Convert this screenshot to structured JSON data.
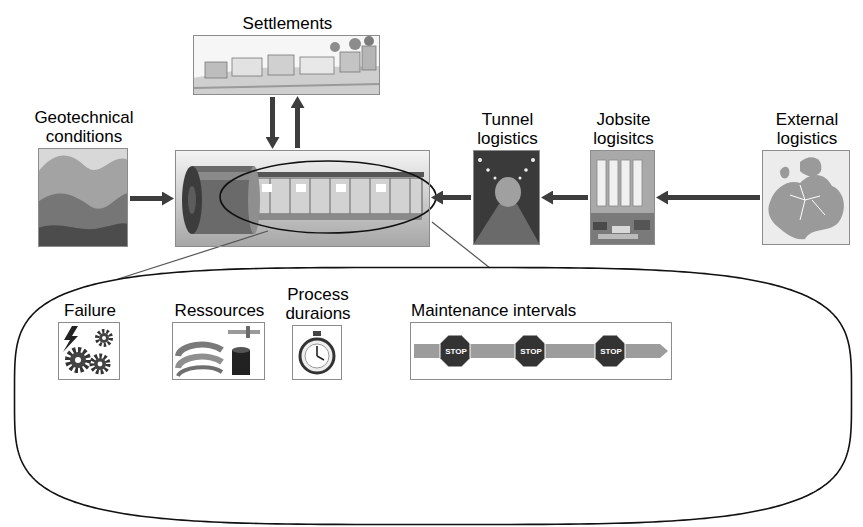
{
  "diagram": {
    "nodes": [
      {
        "text": [
          "Settlements"
        ]
      },
      {
        "text": [
          "Geotechnical conditions"
        ]
      },
      {
        "text": []
      },
      {
        "text": [
          "Tunnel logistics"
        ]
      },
      {
        "text": [
          "Jobsite logisitcs"
        ]
      },
      {
        "text": [
          "External logistics"
        ]
      },
      {
        "text": []
      },
      {
        "text": [
          "Failure"
        ],
        "in": 6
      },
      {
        "text": [
          "Ressources"
        ],
        "in": 6
      },
      {
        "text": [
          "Process duraions"
        ],
        "in": 6
      },
      {
        "text": [
          "Maintenance intervals"
        ],
        "in": 6
      }
    ],
    "edges": [
      {
        "from": 1,
        "to": 2,
        "arrow": "to"
      },
      {
        "from": 0,
        "to": 2,
        "arrow": "to"
      },
      {
        "from": 2,
        "to": 0,
        "arrow": "to"
      },
      {
        "from": 3,
        "to": 2,
        "arrow": "to"
      },
      {
        "from": 4,
        "to": 3,
        "arrow": "to"
      },
      {
        "from": 5,
        "to": 4,
        "arrow": "to"
      }
    ],
    "labels": [
      "STOP",
      "STOP",
      "STOP"
    ]
  }
}
